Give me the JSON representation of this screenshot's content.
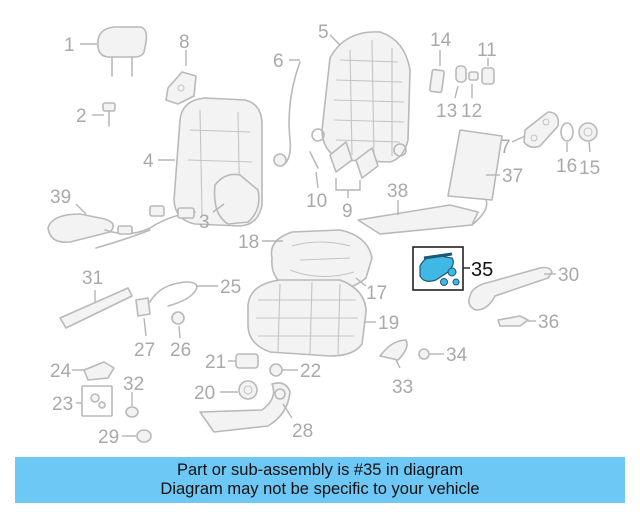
{
  "callouts": {
    "c1": "1",
    "c2": "2",
    "c3": "3",
    "c4": "4",
    "c5": "5",
    "c6": "6",
    "c7": "7",
    "c8": "8",
    "c9": "9",
    "c10": "10",
    "c11": "11",
    "c12": "12",
    "c13": "13",
    "c14": "14",
    "c15": "15",
    "c16": "16",
    "c17": "17",
    "c18": "18",
    "c19": "19",
    "c20": "20",
    "c21": "21",
    "c22": "22",
    "c23": "23",
    "c24": "24",
    "c25": "25",
    "c26": "26",
    "c27": "27",
    "c28": "28",
    "c29": "29",
    "c30": "30",
    "c31": "31",
    "c32": "32",
    "c33": "33",
    "c34": "34",
    "c35": "35",
    "c36": "36",
    "c37": "37",
    "c38": "38",
    "c39": "39"
  },
  "highlighted_part": "35",
  "colors": {
    "banner": "#6dc8f5",
    "highlight_part": "#3fb8e6",
    "parts": "#b9b9b9",
    "callout_text": "#a9a9a9"
  },
  "banner": {
    "line1": "Part or sub-assembly is #35 in diagram",
    "line2": "Diagram may not be specific to your vehicle"
  }
}
